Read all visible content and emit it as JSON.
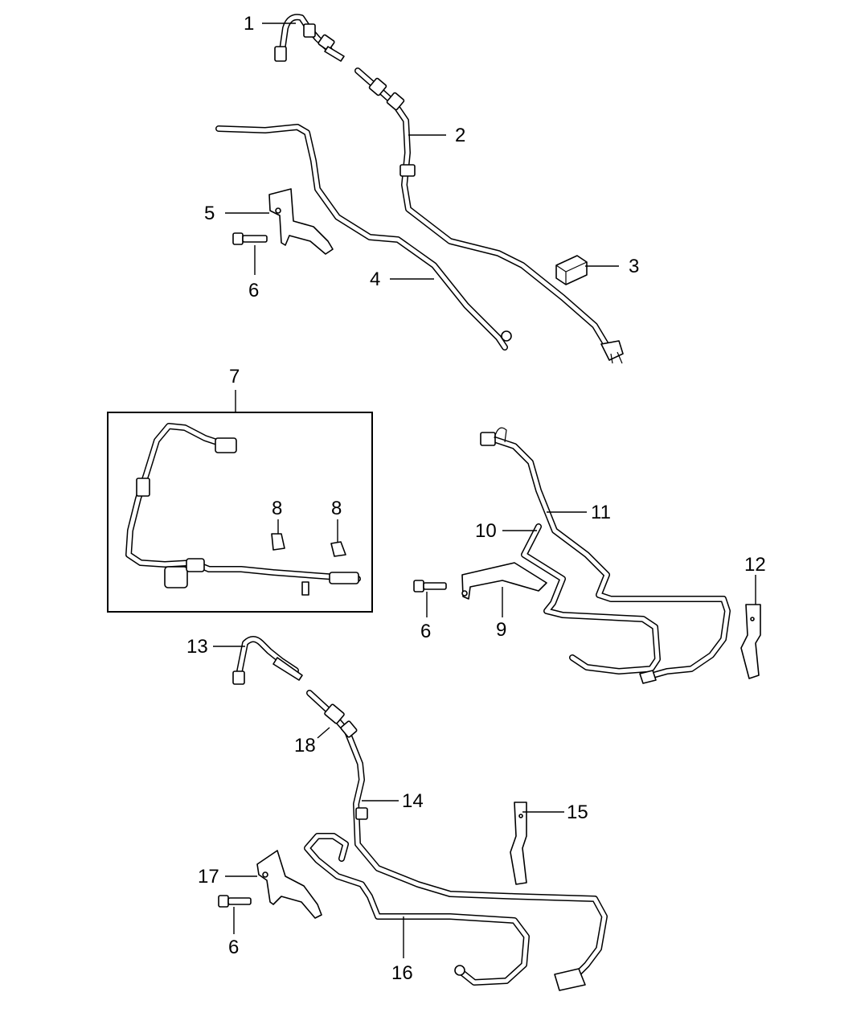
{
  "callouts": [
    "1",
    "2",
    "3",
    "4",
    "5",
    "6",
    "6",
    "6",
    "7",
    "8",
    "8",
    "9",
    "10",
    "11",
    "12",
    "13",
    "14",
    "15",
    "16",
    "17",
    "18"
  ]
}
